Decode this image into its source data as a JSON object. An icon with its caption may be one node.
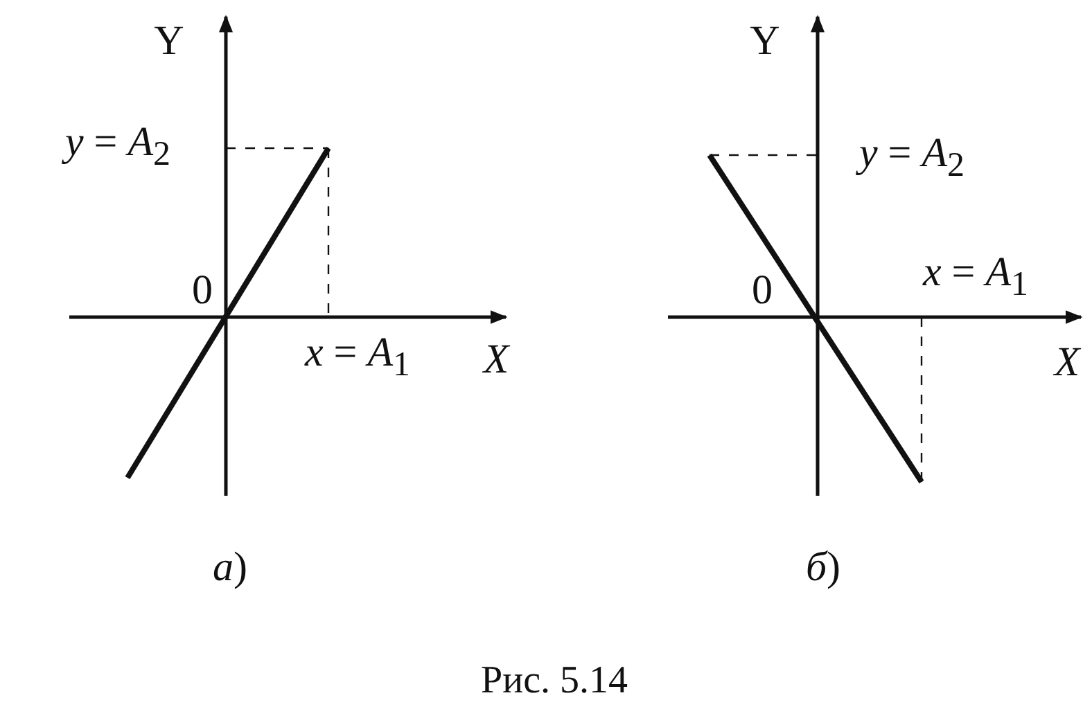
{
  "diagram": {
    "caption": "Рис. 5.14",
    "labels": [
      "Y",
      "*y* = *A*$_{2}$",
      "0",
      "*x* = *A*$_{1}$",
      "X",
      "*а*)",
      "Y",
      "*y* = *A*$_{2}$",
      "0",
      "*x* = *A*$_{1}$",
      "X",
      "*б*)"
    ]
  }
}
